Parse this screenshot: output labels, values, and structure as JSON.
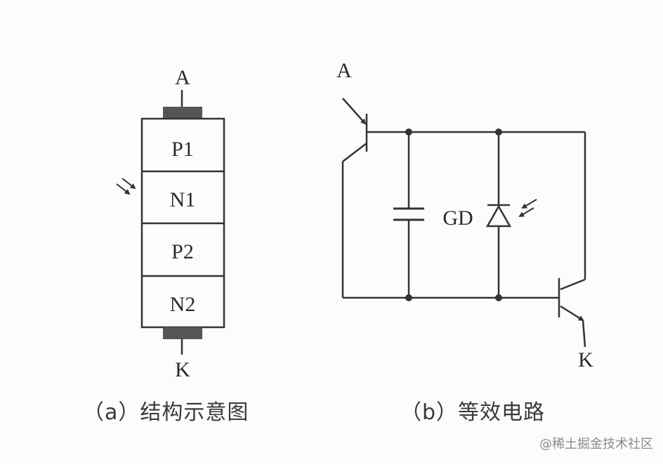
{
  "structure": {
    "terminal_anode": "A",
    "terminal_cathode": "K",
    "layers": [
      "P1",
      "N1",
      "P2",
      "N2"
    ],
    "caption": "（a）结构示意图"
  },
  "circuit": {
    "terminal_anode": "A",
    "terminal_cathode": "K",
    "photodiode_label": "GD",
    "caption": "（b）等效电路"
  },
  "watermark": "@稀土掘金技术社区",
  "colors": {
    "line": "#333333",
    "electrode": "#555555",
    "background": "#fcfcfa"
  }
}
